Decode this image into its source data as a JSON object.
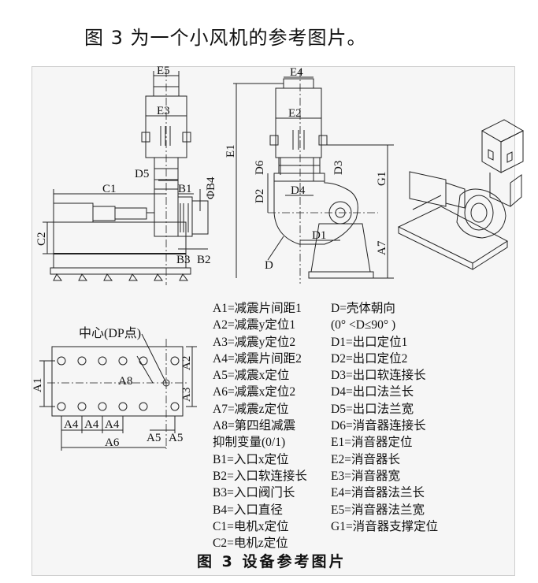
{
  "heading": "图 3 为一个小风机的参考图片。",
  "caption": "图 3   设备参考图片",
  "center_label": "中心(DP点)",
  "labels": {
    "E5": "E5",
    "E3": "E3",
    "D5": "D5",
    "B1": "B1",
    "B4": "ΦB4",
    "C1": "C1",
    "C2": "C2",
    "B3": "B3",
    "B2": "B2",
    "E4": "E4",
    "E2": "E2",
    "E1": "E1",
    "D6": "D6",
    "D3": "D3",
    "D2": "D2",
    "D4": "D4",
    "G1": "G1",
    "D1": "D1",
    "A7": "A7",
    "D": "D",
    "A1": "A1",
    "A2": "A2",
    "A3": "A3",
    "A4": "A4",
    "A5": "A5",
    "A6": "A6",
    "A8": "A8"
  },
  "legend_left": [
    "A1=减震片间距1",
    "A2=减震y定位1",
    "A3=减震y定位2",
    "A4=减震片间距2",
    "A5=减震x定位",
    "A6=减震x定位2",
    "A7=减震z定位",
    "A8=第四组减震",
    "抑制变量(0/1)",
    "B1=入口x定位",
    "B2=入口软连接长",
    "B3=入口阀门长",
    "B4=入口直径",
    "C1=电机x定位",
    "C2=电机z定位"
  ],
  "legend_right": [
    "D=壳体朝向",
    "(0° <D≤90° )",
    "D1=出口定位1",
    "D2=出口定位2",
    "D3=出口软连接长",
    "D4=出口法兰长",
    "D5=出口法兰宽",
    "D6=消音器连接长",
    "E1=消音器定位",
    "E2=消音器长",
    "E3=消音器宽",
    "E4=消音器法兰长",
    "E5=消音器法兰宽",
    "G1=消音器支撑定位"
  ]
}
